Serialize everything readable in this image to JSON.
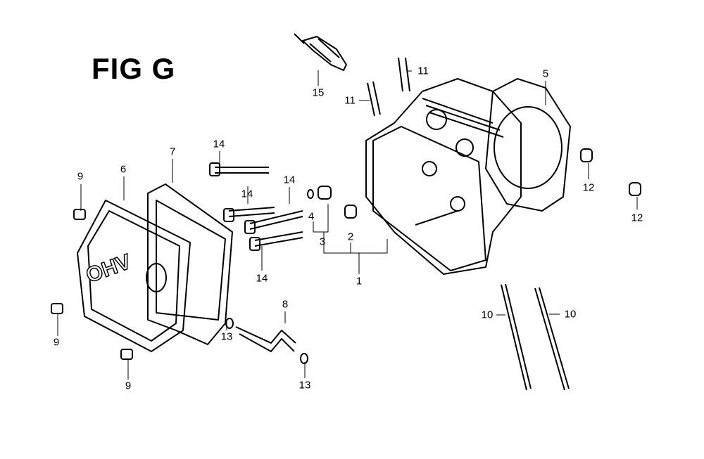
{
  "title": "FIG G",
  "cover_marking": "OHV",
  "callouts": [
    {
      "id": "c15",
      "text": "15"
    },
    {
      "id": "c11a",
      "text": "11"
    },
    {
      "id": "c11b",
      "text": "11"
    },
    {
      "id": "c5",
      "text": "5"
    },
    {
      "id": "c14a",
      "text": "14"
    },
    {
      "id": "c7",
      "text": "7"
    },
    {
      "id": "c9a",
      "text": "9"
    },
    {
      "id": "c6",
      "text": "6"
    },
    {
      "id": "c14b",
      "text": "14"
    },
    {
      "id": "c14c",
      "text": "14"
    },
    {
      "id": "c4",
      "text": "4"
    },
    {
      "id": "c2",
      "text": "2"
    },
    {
      "id": "c3",
      "text": "3"
    },
    {
      "id": "c1",
      "text": "1"
    },
    {
      "id": "c14d",
      "text": "14"
    },
    {
      "id": "c12a",
      "text": "12"
    },
    {
      "id": "c12b",
      "text": "12"
    },
    {
      "id": "c9b",
      "text": "9"
    },
    {
      "id": "c8",
      "text": "8"
    },
    {
      "id": "c13a",
      "text": "13"
    },
    {
      "id": "c13b",
      "text": "13"
    },
    {
      "id": "c9c",
      "text": "9"
    },
    {
      "id": "c10a",
      "text": "10"
    },
    {
      "id": "c10b",
      "text": "10"
    }
  ]
}
